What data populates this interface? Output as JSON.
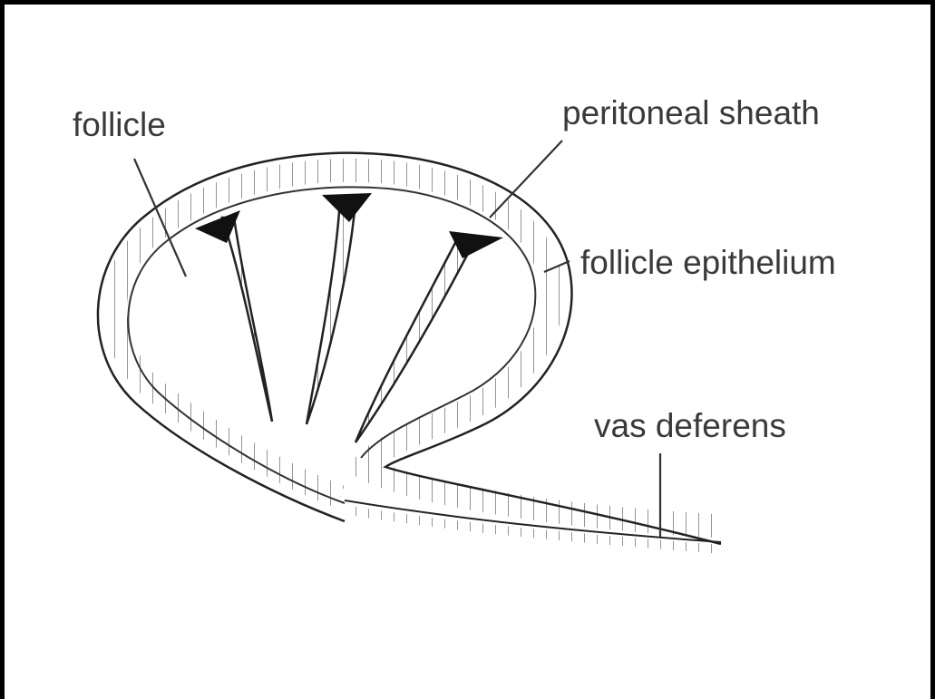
{
  "diagram": {
    "labels": {
      "follicle": "follicle",
      "peritoneal_sheath": "peritoneal sheath",
      "follicle_epithelium": "follicle epithelium",
      "vas_deferens": "vas deferens"
    },
    "colors": {
      "line": "#333333",
      "fill_dark": "#111111",
      "background": "#ffffff"
    }
  }
}
